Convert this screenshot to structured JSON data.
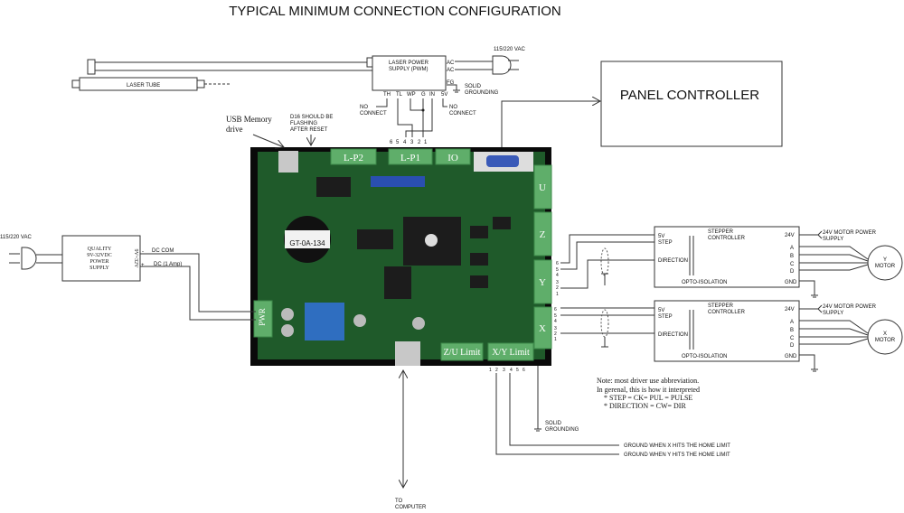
{
  "title": "TYPICAL MINIMUM CONNECTION CONFIGURATION",
  "laser_tube": {
    "label": "LASER TUBE"
  },
  "laser_psu": {
    "label_line1": "LASER POWER",
    "label_line2": "SUPPLY (PWM)",
    "ac1": "AC",
    "ac2": "AC",
    "fg": "FG",
    "mains": "115/220 VAC",
    "grounding_line1": "SOLID",
    "grounding_line2": "GROUNDING",
    "pins": [
      "TH",
      "TL",
      "WP",
      "G",
      "IN",
      "5V"
    ],
    "no_connect_left_1": "NO",
    "no_connect_left_2": "CONNECT",
    "no_connect_right_1": "NO",
    "no_connect_right_2": "CONNECT",
    "lp1_pin_numbers": [
      "6",
      "5",
      "4",
      "3",
      "2",
      "1"
    ]
  },
  "panel_controller": {
    "label": "PANEL CONTROLLER"
  },
  "board": {
    "usb_label_line1": "USB Memory",
    "usb_label_line2": "drive",
    "d16_line1": "D16 SHOULD BE",
    "d16_line2": "FLASHING",
    "d16_line3": "AFTER RESET",
    "connectors": {
      "lp2": "L-P2",
      "lp1": "L-P1",
      "io": "IO",
      "u": "U",
      "z": "Z",
      "y": "Y",
      "x": "X",
      "pwr": "PWR",
      "zu_limit": "Z/U Limit",
      "xy_limit": "X/Y Limit"
    },
    "sticker": "GT-0A-134",
    "axis_pin_numbers": [
      "6",
      "5",
      "4",
      "3",
      "2",
      "1"
    ],
    "limit_pin_numbers": [
      "1",
      "2",
      "3",
      "4",
      "5",
      "6"
    ]
  },
  "dc_psu": {
    "mains": "115/220 VAC",
    "line1": "QUALITY",
    "line2": "9V-32VDC",
    "line3": "POWER",
    "line4": "SUPPLY",
    "side_label": "9V~32V",
    "minus": "-",
    "plus": "+",
    "dc_com": "DC  COM",
    "dc_out": "DC  (1 Amp)"
  },
  "stepper_drivers": [
    {
      "in_5v": "5V",
      "step": "STEP",
      "direction": "DIRECTION",
      "title1": "STEPPER",
      "title2": "CONTROLLER",
      "opto": "OPTO-ISOLATION",
      "v24": "24V",
      "phases": [
        "A",
        "B",
        "C",
        "D"
      ],
      "gnd": "GND",
      "supply1": "24V MOTOR POWER",
      "supply2": "SUPPLY",
      "motor1": "Y",
      "motor2": "MOTOR"
    },
    {
      "in_5v": "5V",
      "step": "STEP",
      "direction": "DIRECTION",
      "title1": "STEPPER",
      "title2": "CONTROLLER",
      "opto": "OPTO-ISOLATION",
      "v24": "24V",
      "phases": [
        "A",
        "B",
        "C",
        "D"
      ],
      "gnd": "GND",
      "supply1": "24V MOTOR POWER",
      "supply2": "SUPPLY",
      "motor1": "X",
      "motor2": "MOTOR"
    }
  ],
  "note": {
    "line1": "Note: most driver use abbreviation.",
    "line2": "In gerenal, this is how it interpreted",
    "line3": "* STEP = CK= PUL = PULSE",
    "line4": "* DIRECTION = CW= DIR"
  },
  "limits": {
    "grounding_line1": "SOLID",
    "grounding_line2": "GROUNDING",
    "x_home": "GROUND WHEN X HITS THE HOME LIMIT",
    "y_home": "GROUND WHEN Y HITS THE HOME LIMIT"
  },
  "computer": {
    "line1": "TO",
    "line2": "COMPUTER"
  }
}
